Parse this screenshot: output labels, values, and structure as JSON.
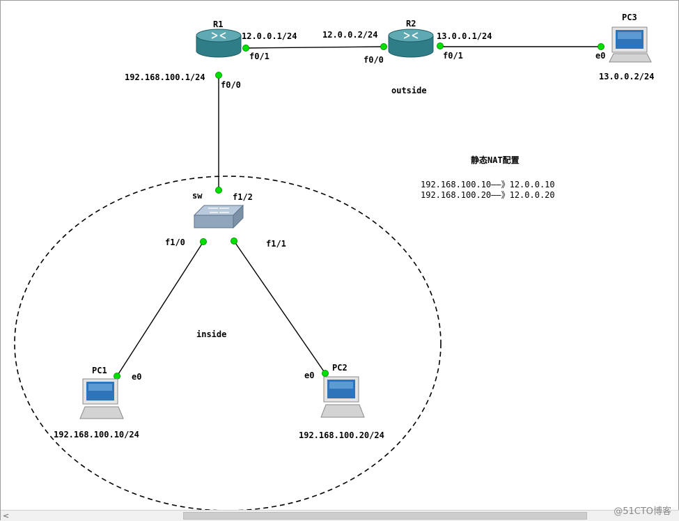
{
  "devices": {
    "r1": {
      "name": "R1"
    },
    "r2": {
      "name": "R2"
    },
    "pc1": {
      "name": "PC1"
    },
    "pc2": {
      "name": "PC2"
    },
    "pc3": {
      "name": "PC3"
    },
    "sw": {
      "name": "sw"
    }
  },
  "interfaces": {
    "r1_f01": "f0/1",
    "r1_f00": "f0/0",
    "r2_f00": "f0/0",
    "r2_f01": "f0/1",
    "pc3_e0": "e0",
    "sw_f12": "f1/2",
    "sw_f10": "f1/0",
    "sw_f11": "f1/1",
    "pc1_e0": "e0",
    "pc2_e0": "e0"
  },
  "addresses": {
    "r1_wan": "12.0.0.1/24",
    "r2_wan": "12.0.0.2/24",
    "r2_out": "13.0.0.1/24",
    "pc3": "13.0.0.2/24",
    "r1_lan": "192.168.100.1/24",
    "pc1": "192.168.100.10/24",
    "pc2": "192.168.100.20/24"
  },
  "zones": {
    "outside": "outside",
    "inside": "inside"
  },
  "nat": {
    "title": "静态NAT配置",
    "rule1": "192.168.100.10——》12.0.0.10",
    "rule2": "192.168.100.20——》12.0.0.20"
  },
  "colors": {
    "link_dot": "#00e000",
    "router_body": "#3d8c95",
    "screen": "#2f74b8"
  },
  "watermark": "@51CTO博客",
  "scrollbar": {
    "left_arrow": "<"
  }
}
